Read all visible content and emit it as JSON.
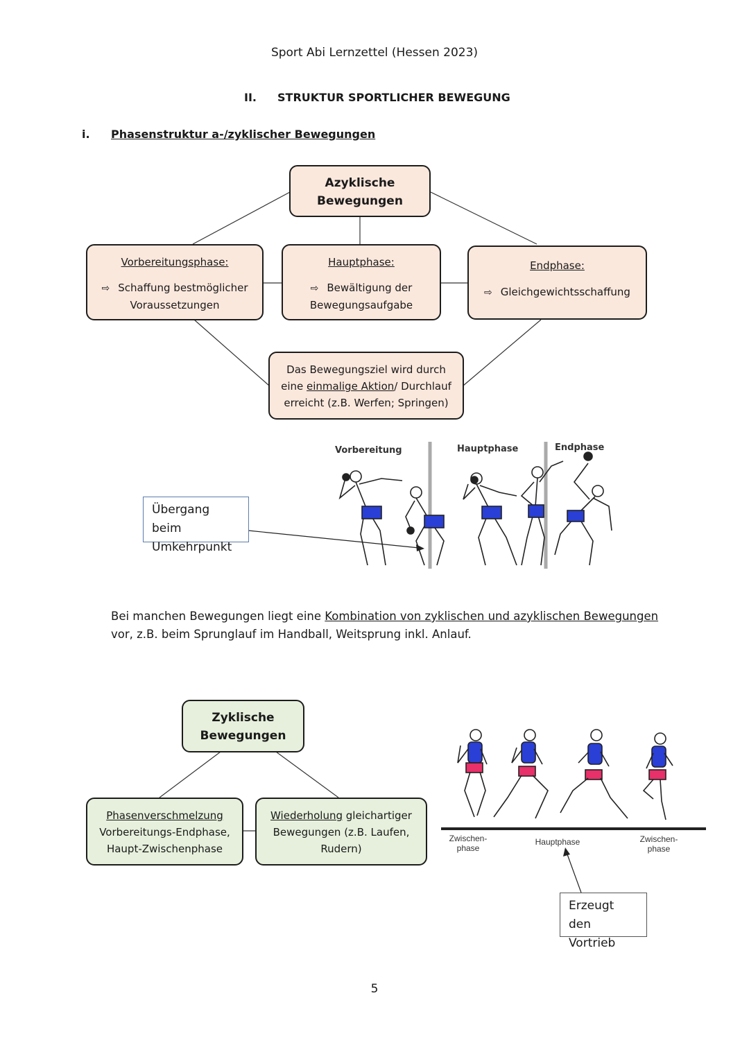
{
  "header": {
    "title": "Sport Abi Lernzettel (Hessen 2023)"
  },
  "section": {
    "number": "II.",
    "title": "STRUKTUR SPORTLICHER BEWEGUNG"
  },
  "subsection": {
    "number": "i.",
    "title": "Phasenstruktur a-/zyklischer Bewegungen"
  },
  "azyklisch": {
    "title_line1": "Azyklische",
    "title_line2": "Bewegungen",
    "vorbereitung": {
      "heading": "Vorbereitungsphase:",
      "arrow": "⇨",
      "line1": "Schaffung bestmöglicher",
      "line2": "Voraussetzungen"
    },
    "haupt": {
      "heading": "Hauptphase:",
      "arrow": "⇨",
      "line1": "Bewältigung der",
      "line2": "Bewegungsaufgabe"
    },
    "end": {
      "heading": "Endphase:",
      "arrow": "⇨",
      "line1": "Gleichgewichtsschaffung"
    },
    "ziel": {
      "line1": "Das Bewegungsziel wird durch",
      "line2_pre": "eine ",
      "line2_u": "einmalige Aktion",
      "line2_post": "/ Durchlauf",
      "line3": "erreicht (z.B. Werfen; Springen)"
    }
  },
  "figure1": {
    "labels": {
      "vorbereitung": "Vorbereitung",
      "haupt": "Hauptphase",
      "end": "Endphase"
    },
    "callout": {
      "line1": "Übergang beim",
      "line2": "Umkehrpunkt"
    }
  },
  "paragraph": {
    "pre": "Bei manchen Bewegungen liegt eine ",
    "link": "Kombination von zyklischen und azyklischen Bewegungen",
    "post": " vor, z.B. beim Sprunglauf im Handball, Weitsprung inkl. Anlauf."
  },
  "zyklisch": {
    "title_line1": "Zyklische",
    "title_line2": "Bewegungen",
    "left": {
      "line1": "Phasenverschmelzung",
      "line2": "Vorbereitungs-Endphase,",
      "line3": "Haupt-Zwischenphase"
    },
    "right": {
      "line1_u": "Wiederholung",
      "line1_rest": " gleichartiger",
      "line2": "Bewegungen (z.B. Laufen,",
      "line3": "Rudern)"
    }
  },
  "figure2": {
    "labels": {
      "zw1_a": "Zwischen-",
      "zw1_b": "phase",
      "haupt": "Hauptphase",
      "zw2_a": "Zwischen-",
      "zw2_b": "phase"
    },
    "callout": {
      "line1": "Erzeugt den",
      "line2": "Vortrieb"
    }
  },
  "page_number": "5",
  "colors": {
    "pink_box": "#fbe8dd",
    "green_box": "#e6f0dc",
    "shorts": "#2a3fd6",
    "shirt": "#2a3fd6",
    "pink_shorts": "#e8306a"
  }
}
